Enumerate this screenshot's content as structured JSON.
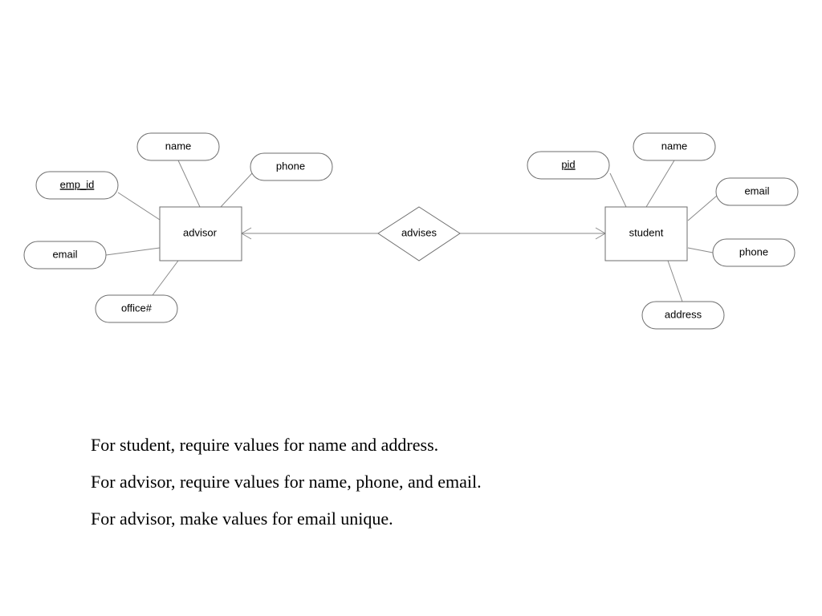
{
  "diagram": {
    "entities": {
      "advisor": "advisor",
      "student": "student"
    },
    "relationship": "advises",
    "advisor_attributes": {
      "name": "name",
      "phone": "phone",
      "emp_id": "emp_id",
      "email": "email",
      "office": "office#"
    },
    "student_attributes": {
      "name": "name",
      "pid": "pid",
      "email": "email",
      "phone": "phone",
      "address": "address"
    }
  },
  "notes": [
    "For student, require values for name and address.",
    "For advisor, require values for name, phone, and email.",
    "For advisor, make values for email unique."
  ]
}
